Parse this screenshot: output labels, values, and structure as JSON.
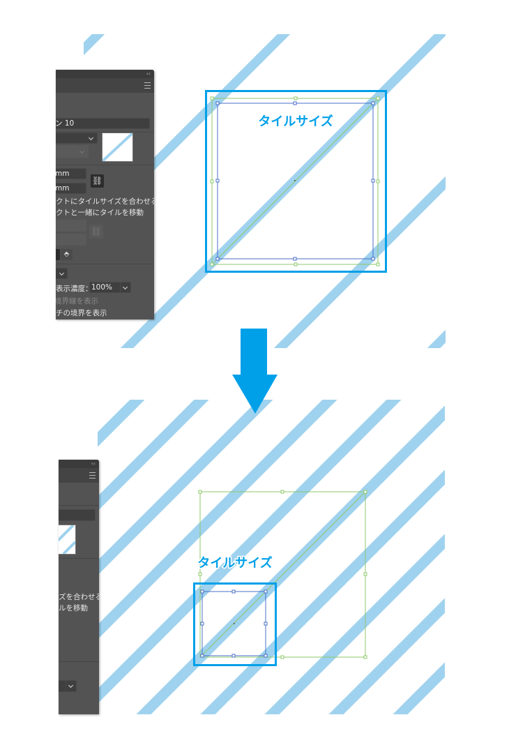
{
  "colors": {
    "stripe": "#9fd2ee",
    "accent": "#00a0e9",
    "tile_bounds": "#8cc86a",
    "selection": "#4a6fc7",
    "panel_bg": "#535353"
  },
  "before": {
    "label": "タイルサイズ",
    "panel": {
      "name_field": "ン 10",
      "width_field": "mm",
      "height_field": "mm",
      "option_fit": "クトにタイルサイズを合わせる",
      "option_move": "クトと一緒にタイルを移動",
      "opacity_label": "表示濃度：",
      "opacity_value": "100%",
      "show_tile_edge": "境界線を表示",
      "show_swatch_bounds": "チの境界を表示",
      "collapse_icon": "double-chevron-left-icon",
      "menu_icon": "hamburger-menu-icon",
      "link_icon": "chain-link-icon"
    }
  },
  "after": {
    "label": "タイルサイズ",
    "panel": {
      "option_fit": "ズを合わせる",
      "option_move": "ルを移動"
    }
  },
  "arrow_icon": "arrow-down-icon"
}
